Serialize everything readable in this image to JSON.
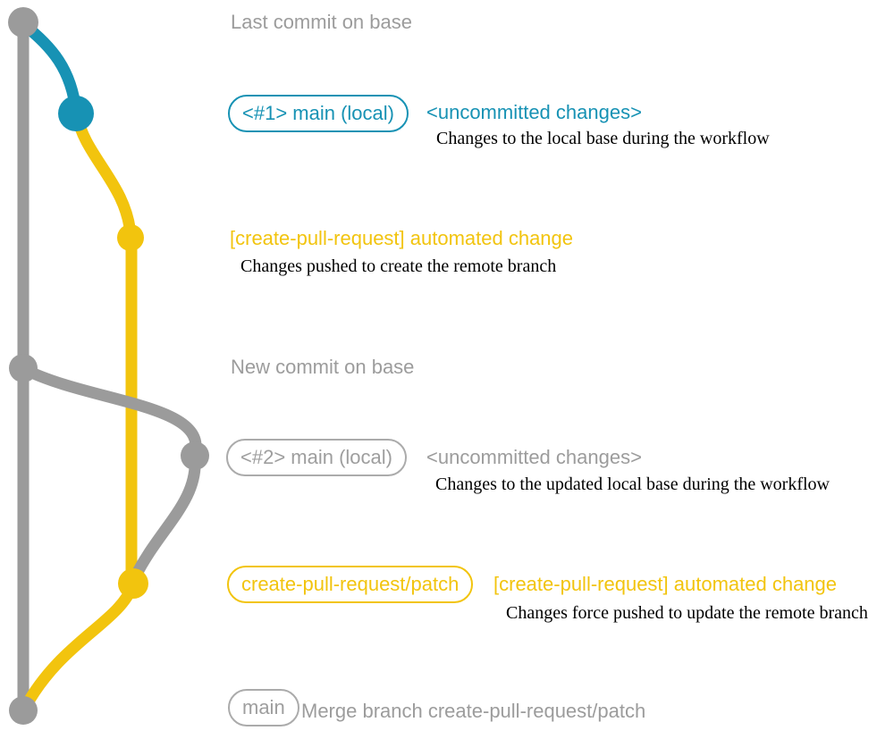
{
  "colors": {
    "branch_blue": "#1792b4",
    "branch_yellow": "#f2c40e",
    "branch_gray": "#9b9b9b",
    "label_gray": "#9c9c9c",
    "desc_text": "#000000",
    "background": "#ffffff"
  },
  "graph": {
    "description": "Git commit graph for create-pull-request workflow",
    "lanes": [
      {
        "name": "base",
        "color": "gray"
      },
      {
        "name": "working",
        "color": "blue-then-yellow"
      }
    ],
    "commits": [
      {
        "id": "last-commit-on-base",
        "lane": "base",
        "color": "gray"
      },
      {
        "id": "main-local-1-uncommitted",
        "lane": "working",
        "color": "blue"
      },
      {
        "id": "create-pull-request-automated-change-1",
        "lane": "working",
        "color": "yellow"
      },
      {
        "id": "new-commit-on-base",
        "lane": "base",
        "color": "gray"
      },
      {
        "id": "main-local-2-uncommitted",
        "lane": "working",
        "color": "gray"
      },
      {
        "id": "create-pull-request-automated-change-2",
        "lane": "working",
        "color": "yellow"
      },
      {
        "id": "merge-into-main",
        "lane": "base",
        "color": "gray"
      }
    ]
  },
  "annotations": {
    "last_commit_label": "Last commit on base",
    "row1": {
      "badge": "<#1> main (local)",
      "title": "<uncommitted changes>",
      "desc": "Changes to the local base during the workflow"
    },
    "row2": {
      "title": "[create-pull-request] automated change",
      "desc": "Changes pushed to create the remote branch"
    },
    "new_commit_label": "New commit on base",
    "row3": {
      "badge": "<#2> main (local)",
      "title": "<uncommitted changes>",
      "desc": "Changes to the updated local base during the workflow"
    },
    "row4": {
      "badge": "create-pull-request/patch",
      "title": "[create-pull-request] automated change",
      "desc": "Changes force pushed to update the remote branch"
    },
    "row5": {
      "badge": "main",
      "title": "Merge branch create-pull-request/patch"
    }
  }
}
